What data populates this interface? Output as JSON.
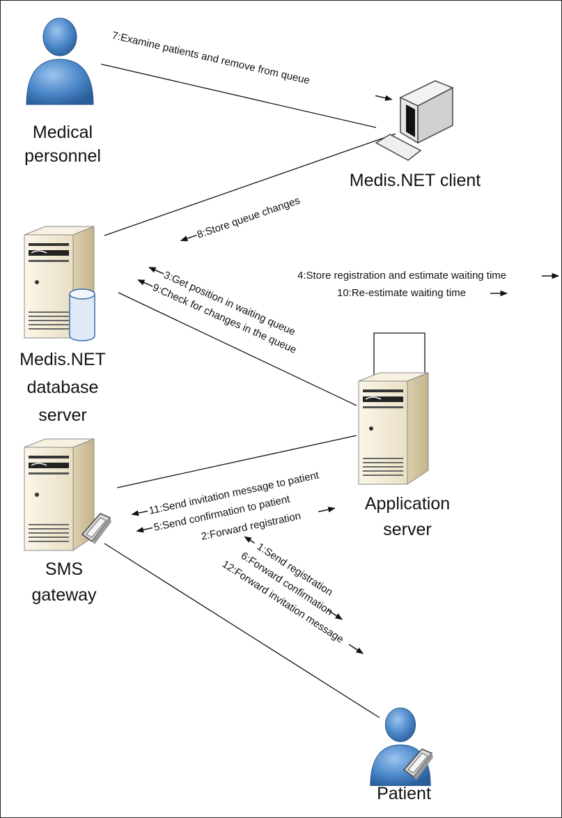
{
  "nodes": {
    "medical_personnel": {
      "label_line1": "Medical",
      "label_line2": "personnel",
      "icon": "person-icon"
    },
    "medis_client": {
      "label": "Medis.NET client",
      "icon": "computer-icon"
    },
    "db_server": {
      "label_line1": "Medis.NET",
      "label_line2": "database",
      "label_line3": "server",
      "icon": "database-server-icon"
    },
    "app_server": {
      "label_line1": "Application",
      "label_line2": "server",
      "icon": "server-icon"
    },
    "sms_gateway": {
      "label_line1": "SMS",
      "label_line2": "gateway",
      "icon": "sms-gateway-icon"
    },
    "patient": {
      "label": "Patient",
      "icon": "person-with-phone-icon"
    }
  },
  "messages": {
    "m7": "7:Examine patients and remove from queue",
    "m8": "8:Store queue changes",
    "m4": "4:Store registration and estimate waiting time",
    "m10": "10:Re-estimate waiting time",
    "m3": "3:Get position in waiting queue",
    "m9": "9:Check for changes in the queue",
    "m11": "11:Send invitation message to patient",
    "m5": "5:Send confirmation to patient",
    "m2": "2:Forward registration",
    "m1": "1:Send registration",
    "m6": "6:Forward confirmation",
    "m12": "12:Forward invitation message"
  },
  "colors": {
    "person_fill": "#4a86c8",
    "server_fill": "#efe6cf",
    "server_dark": "#d6c8a4",
    "line": "#111111"
  }
}
